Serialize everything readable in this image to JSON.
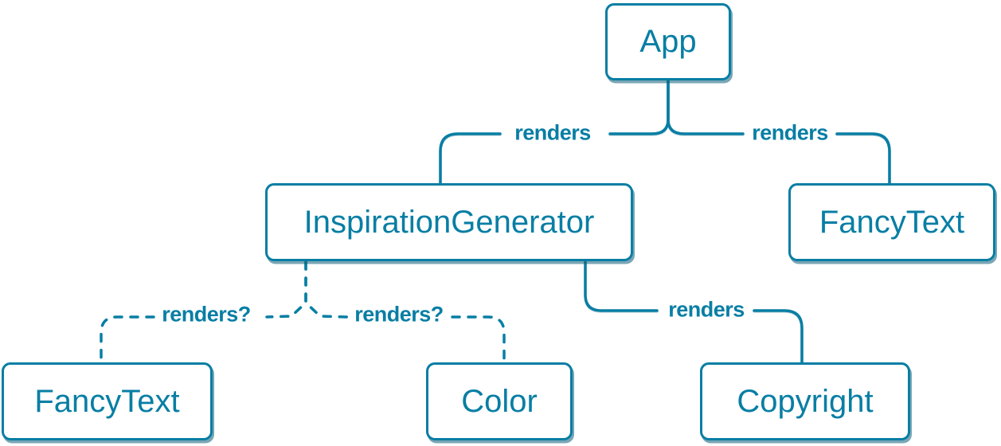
{
  "diagram_type": "component-render-tree",
  "colors": {
    "accent": "#087ea4",
    "node_bg": "#ffffff",
    "canvas_bg": "#ffffff",
    "shadow": "rgba(12,93,120,0.55)"
  },
  "nodes": [
    {
      "id": "app",
      "label": "App"
    },
    {
      "id": "inspiration-generator",
      "label": "InspirationGenerator"
    },
    {
      "id": "fancy-text-top",
      "label": "FancyText"
    },
    {
      "id": "fancy-text-bottom",
      "label": "FancyText"
    },
    {
      "id": "color",
      "label": "Color"
    },
    {
      "id": "copyright",
      "label": "Copyright"
    }
  ],
  "edges": [
    {
      "from": "App",
      "to": "InspirationGenerator",
      "label": "renders",
      "style": "solid"
    },
    {
      "from": "App",
      "to": "FancyText",
      "label": "renders",
      "style": "solid"
    },
    {
      "from": "InspirationGenerator",
      "to": "FancyText",
      "label": "renders?",
      "style": "dashed"
    },
    {
      "from": "InspirationGenerator",
      "to": "Color",
      "label": "renders?",
      "style": "dashed"
    },
    {
      "from": "InspirationGenerator",
      "to": "Copyright",
      "label": "renders",
      "style": "solid"
    }
  ]
}
